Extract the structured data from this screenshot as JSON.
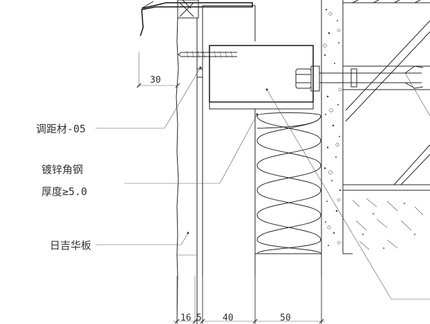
{
  "labels": {
    "spacer": "调距材-05",
    "angle_steel_line1": "镀锌角钢",
    "angle_steel_line2": "厚度≥5.0",
    "panel": "日吉华板"
  },
  "dimensions": {
    "top": "30",
    "bottom": [
      "16",
      "5",
      "40",
      "50"
    ]
  },
  "colors": {
    "line": "#222222",
    "background": "#ffffff"
  }
}
